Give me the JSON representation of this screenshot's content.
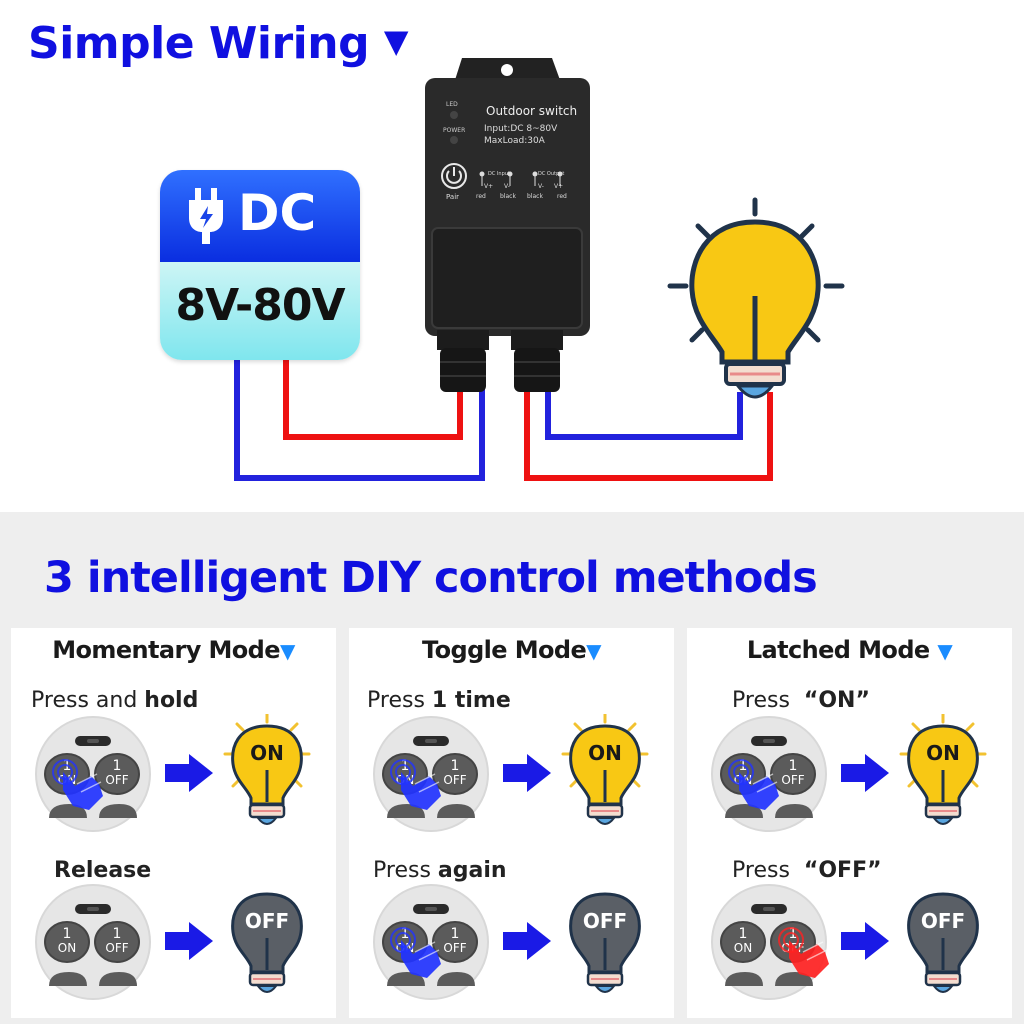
{
  "header": {
    "title": "Simple Wiring"
  },
  "dc_badge": {
    "label": "DC",
    "range": "8V-80V"
  },
  "device": {
    "name": "Outdoor switch",
    "input": "Input:DC 8~80V",
    "max_load": "MaxLoad:30A",
    "led_label": "LED",
    "power_label": "POWER",
    "pair_label": "Pair",
    "dc_input_label": "DC Input",
    "dc_output_label": "DC Output",
    "v_plus": "V+",
    "v_minus": "V-",
    "red": "red",
    "black": "black"
  },
  "colors": {
    "positive_wire": "#ee1111",
    "negative_wire": "#2222dd",
    "title_blue": "#1010e0",
    "bulb_on": "#f8c814",
    "bulb_off": "#5a5f66"
  },
  "section": {
    "title": "3 intelligent DIY control methods"
  },
  "modes": [
    {
      "title": "Momentary Mode",
      "step1": {
        "pre": "Press and ",
        "bold": "hold"
      },
      "step2": {
        "pre": "",
        "bold": "Release"
      },
      "state1": "ON",
      "state2": "OFF"
    },
    {
      "title": "Toggle Mode",
      "step1": {
        "pre": "Press ",
        "bold": "1 time"
      },
      "step2": {
        "pre": "Press ",
        "bold": "again"
      },
      "state1": "ON",
      "state2": "OFF"
    },
    {
      "title": "Latched Mode",
      "step1": {
        "pre": "Press  ",
        "bold": "“ON”"
      },
      "step2": {
        "pre": "Press  ",
        "bold": "“OFF”"
      },
      "state1": "ON",
      "state2": "OFF"
    }
  ],
  "remote": {
    "key1_num": "1",
    "key1_on": "ON",
    "key1_off": "OFF"
  }
}
